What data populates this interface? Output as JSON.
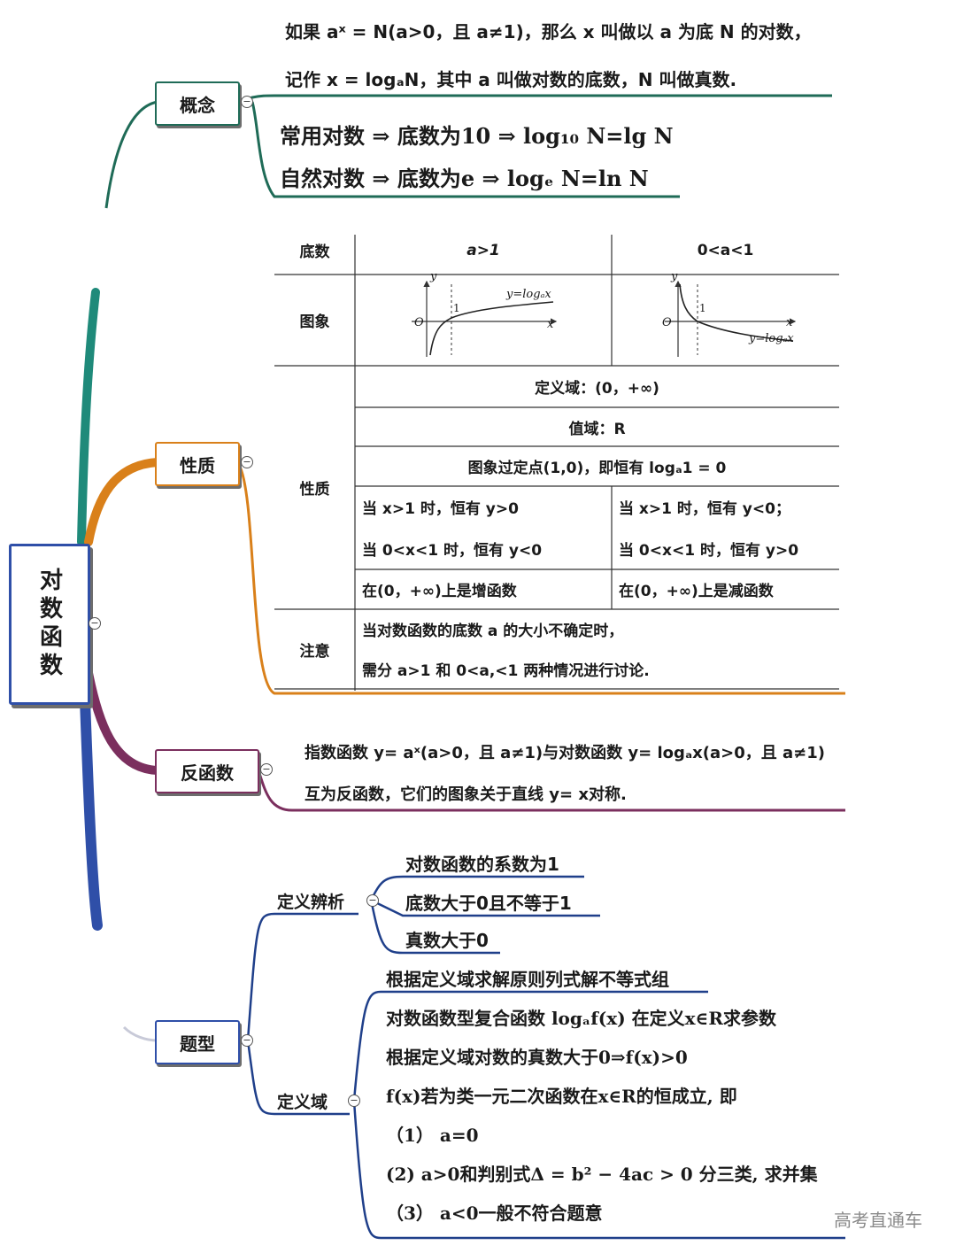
{
  "root": {
    "label": "对数函数"
  },
  "concept": {
    "node": "概念",
    "line1": "如果 aˣ = N(a>0，且 a≠1)，那么 x 叫做以 a 为底 N 的对数，",
    "line2": "记作 x = logₐN，其中 a 叫做对数的底数，N 叫做真数.",
    "common": "常用对数 ⇒ 底数为10 ⇒ log₁₀ N=lg N",
    "natural": "自然对数 ⇒ 底数为e ⇒ logₑ N=ln N"
  },
  "properties": {
    "node": "性质",
    "header_base": "底数",
    "header_a_gt1": "a>1",
    "header_a_lt1": "0<a<1",
    "row_graph": "图象",
    "graph_left_label": "y=logₐx",
    "graph_right_label": "y=logₐx",
    "axis_o": "O",
    "axis_x": "x",
    "axis_y": "y",
    "axis_one": "1",
    "row_props": "性质",
    "domain": "定义域：(0，+∞)",
    "range": "值域：R",
    "fixed_point": "图象过定点(1,0)，即恒有 logₐ1 = 0",
    "left_1": "当 x>1 时，恒有 y>0",
    "left_2": "当 0<x<1 时，恒有 y<0",
    "right_1": "当 x>1 时，恒有 y<0；",
    "right_2": "当 0<x<1 时，恒有 y>0",
    "left_mono": "在(0，+∞)上是增函数",
    "right_mono": "在(0，+∞)上是减函数",
    "row_note": "注意",
    "note_1": "当对数函数的底数 a 的大小不确定时，",
    "note_2": "需分 a>1 和 0<a,<1 两种情况进行讨论."
  },
  "inverse": {
    "node": "反函数",
    "line1": "指数函数 y= aˣ(a>0，且 a≠1)与对数函数 y= logₐx(a>0，且 a≠1)",
    "line2": "互为反函数，它们的图象关于直线 y= x对称."
  },
  "types": {
    "node": "题型",
    "def_branch": "定义辨析",
    "def_items": [
      "对数函数的系数为1",
      "底数大于0且不等于1",
      "真数大于0"
    ],
    "domain_branch": "定义域",
    "domain_items": [
      "根据定义域求解原则列式解不等式组",
      "对数函数型复合函数 logₐf(x) 在定义x∈R求参数",
      "根据定义域对数的真数大于0⇒f(x)>0",
      "f(x)若为类一元二次函数在x∈R的恒成立, 即",
      "（1） a=0",
      "(2) a>0和判别式Δ = b² − 4ac > 0 分三类, 求并集",
      "（3） a<0一般不符合题意"
    ]
  },
  "watermark": "高考直通车",
  "colors": {
    "concept_branch": "#1f6b57",
    "prop_branch": "#d9801a",
    "inverse_branch": "#7b2f5e",
    "types_branch": "#2f4fa8",
    "teal_trunk": "#1f8a7a",
    "node_border": "#b07a3a"
  }
}
